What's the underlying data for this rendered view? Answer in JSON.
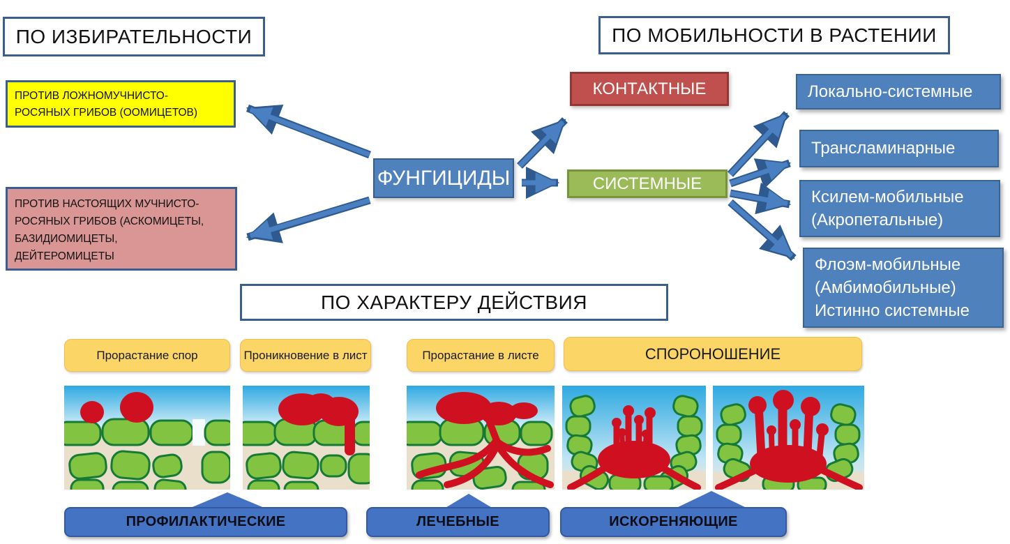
{
  "colors": {
    "accent_blue": "#4F81BD",
    "border_blue": "#385D8A",
    "contact_red": "#C0504D",
    "systemic_green": "#9BBB59",
    "selective_yellow": "#FFFF00",
    "selective_pink": "#D99694",
    "stage_gold": "#FBD565",
    "callout_blue": "#4573C4",
    "spore_red": "#CF1020",
    "cell_green": "#82C341"
  },
  "selectivity": {
    "title": "ПО ИЗБИРАТЕЛЬНОСТИ",
    "downy": "ПРОТИВ ЛОЖНОМУЧНИСТО-\nРОСЯНЫХ ГРИБОВ (ООМИЦЕТОВ)",
    "powdery": "ПРОТИВ НАСТОЯЩИХ МУЧНИСТО-\nРОСЯНЫХ ГРИБОВ (АСКОМИЦЕТЫ,\nБАЗИДИОМИЦЕТЫ,\nДЕЙТЕРОМИЦЕТЫ"
  },
  "root": {
    "label": "ФУНГИЦИДЫ"
  },
  "mobility": {
    "title": "ПО МОБИЛЬНОСТИ В РАСТЕНИИ",
    "contact": "КОНТАКТНЫЕ",
    "systemic": "СИСТЕМНЫЕ",
    "types": [
      {
        "label": "Локально-системные"
      },
      {
        "label": "Трансламинарные"
      },
      {
        "label": "Ксилем-мобильные\n(Акропетальные)"
      },
      {
        "label": "Флоэм-мобильные\n(Амбимобильные)\nИстинно системные"
      }
    ]
  },
  "action": {
    "title": "ПО ХАРАКТЕРУ ДЕЙСТВИЯ",
    "stages": [
      {
        "label": "Прорастание спор"
      },
      {
        "label": "Проникновение в лист"
      },
      {
        "label": "Прорастание в листе"
      },
      {
        "label": "СПОРОНОШЕНИЕ"
      }
    ],
    "categories": [
      {
        "label": "ПРОФИЛАКТИЧЕСКИЕ"
      },
      {
        "label": "ЛЕЧЕБНЫЕ"
      },
      {
        "label": "ИСКОРЕНЯЮЩИЕ"
      }
    ]
  }
}
